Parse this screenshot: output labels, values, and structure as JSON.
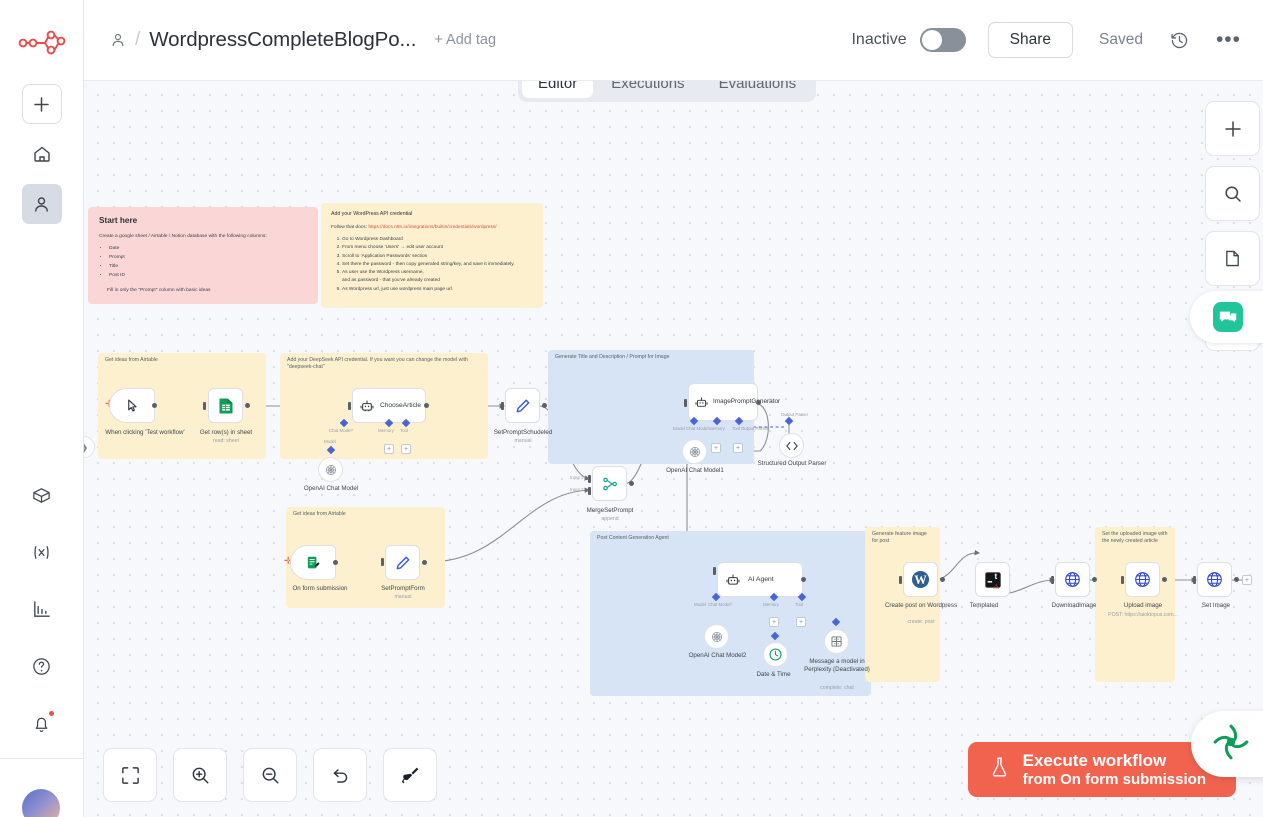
{
  "app": {
    "name": "n8n",
    "logo_icon": "n8n-logo-icon"
  },
  "sidebar": {
    "top_items": [
      {
        "name": "add-workflow-button",
        "icon": "plus-icon",
        "label": "+"
      },
      {
        "name": "sidebar-item-home",
        "icon": "home-icon",
        "label": "Home"
      },
      {
        "name": "sidebar-item-personal",
        "icon": "person-icon",
        "label": "Personal",
        "active": true
      }
    ],
    "bottom_items": [
      {
        "name": "sidebar-item-templates",
        "icon": "box-icon",
        "label": "Templates"
      },
      {
        "name": "sidebar-item-variables",
        "icon": "variable-icon",
        "label": "Variables"
      },
      {
        "name": "sidebar-item-insights",
        "icon": "bar-chart-icon",
        "label": "Insights"
      },
      {
        "name": "sidebar-item-help",
        "icon": "question-circle-icon",
        "label": "Help"
      },
      {
        "name": "sidebar-item-notifications",
        "icon": "bell-icon",
        "label": "Notifications",
        "badge": true
      }
    ]
  },
  "header": {
    "owner_icon": "person-icon",
    "separator": "/",
    "workflow_title": "WordpressCompleteBlogPo...",
    "add_tag_label": "+ Add tag",
    "active_state_label": "Inactive",
    "active_toggle_on": false,
    "share_label": "Share",
    "saved_label": "Saved",
    "history_icon": "clock-history-icon",
    "more_icon": "ellipsis-icon"
  },
  "tabs": [
    {
      "label": "Editor",
      "active": true
    },
    {
      "label": "Executions",
      "active": false
    },
    {
      "label": "Evaluations",
      "active": false
    }
  ],
  "canvas": {
    "collapse_handle_icon": "chevron-right-icon",
    "right_tools": [
      {
        "name": "add-node-button",
        "icon": "plus-icon"
      },
      {
        "name": "search-nodes-button",
        "icon": "search-icon"
      },
      {
        "name": "add-sticky-note-button",
        "icon": "note-icon"
      }
    ],
    "chat_tab_icon": "chat-bubble-icon",
    "bottom_tools": [
      {
        "name": "zoom-to-fit-button",
        "icon": "fit-screen-icon"
      },
      {
        "name": "zoom-in-button",
        "icon": "zoom-in-icon"
      },
      {
        "name": "zoom-out-button",
        "icon": "zoom-out-icon"
      },
      {
        "name": "reset-zoom-button",
        "icon": "undo-icon"
      },
      {
        "name": "tidy-up-button",
        "icon": "broom-icon"
      }
    ],
    "execute": {
      "icon": "flask-icon",
      "line1": "Execute workflow",
      "line2": "from On form submission"
    }
  },
  "sticky_notes": [
    {
      "id": "start-here",
      "color": "#fbd6d7",
      "title": "Start here",
      "body": "Create a google sheet / Airtable / Notion database with the following columns:",
      "bullets": [
        "Date",
        "Prompt",
        "Title",
        "Post ID"
      ],
      "footer": "Fill in only the \"Prompt\" column with basic ideas"
    },
    {
      "id": "wordpress-credential",
      "color": "#fcf0cf",
      "title": "Add your WordPress API credential",
      "docs_prefix": "Follow that docs: ",
      "docs_link": "https://docs.n8n.io/integrations/builtin/credentials/wordpress/",
      "steps": [
        "Go to Wordpress Dashboard",
        "From menu choose 'Users' → edit user account",
        "Scroll to 'Application Passwords' section",
        "Set there the password - then copy generated string/key, and save it immediately.",
        "As user use the Wordpress username,\n    and as password - that you've already created",
        "As Wordpress url, just use wordpress main page url."
      ]
    }
  ],
  "groups": [
    {
      "id": "group-airtable-1",
      "label": "Get ideas from Airtable",
      "color": "#fcf0cf"
    },
    {
      "id": "group-deepseek",
      "label": "Add your DeepSeek API credential. If you want you can change the model with \"deepseek-chat\"",
      "color": "#fcf0cf"
    },
    {
      "id": "group-generate-title",
      "label": "Generate Title and Description / Prompt for Image",
      "color": "#d6e4f5"
    },
    {
      "id": "group-airtable-2",
      "label": "Get ideas from Airtable",
      "color": "#fcf0cf"
    },
    {
      "id": "group-post-agent",
      "label": "Post Content Generation Agent",
      "color": "#d6e4f5"
    },
    {
      "id": "group-feature-image",
      "label": "Generate feature image for post",
      "color": "#fcf0cf"
    },
    {
      "id": "group-upload-image",
      "label": "Set the uploaded image with the newly created article",
      "color": "#fcf0cf"
    }
  ],
  "nodes": [
    {
      "id": "when-clicking-test-workflow",
      "label": "When clicking 'Test workflow'",
      "sub": "",
      "icon": "cursor-icon",
      "kind": "trigger"
    },
    {
      "id": "get-rows-in-sheet",
      "label": "Get row(s) in sheet",
      "sub": "read: sheet",
      "icon": "google-sheets-icon",
      "kind": "square"
    },
    {
      "id": "choose-article",
      "label": "ChooseArticle",
      "sub": "",
      "icon": "robot-icon",
      "kind": "agent"
    },
    {
      "id": "openai-chat-model",
      "label": "OpenAI Chat Model",
      "sub": "",
      "icon": "openai-icon",
      "kind": "round"
    },
    {
      "id": "set-prompt-schudeled",
      "label": "SetPromptSchudeled",
      "sub": "manual",
      "icon": "pencil-icon",
      "kind": "square"
    },
    {
      "id": "image-prompt-generator",
      "label": "ImagePromptGenerator",
      "sub": "",
      "icon": "robot-icon",
      "kind": "agent"
    },
    {
      "id": "openai-chat-model1",
      "label": "OpenAI Chat Model1",
      "sub": "",
      "icon": "openai-icon",
      "kind": "round"
    },
    {
      "id": "structured-output-parser",
      "label": "Structured Output Parser",
      "sub": "",
      "icon": "code-brackets-icon",
      "kind": "round"
    },
    {
      "id": "merge-set-prompt",
      "label": "MergeSetPrompt",
      "sub": "append",
      "icon": "merge-icon",
      "kind": "square"
    },
    {
      "id": "on-form-submission",
      "label": "On form submission",
      "sub": "",
      "icon": "form-icon",
      "kind": "trigger"
    },
    {
      "id": "set-prompt-form",
      "label": "SetPromptForm",
      "sub": "manual",
      "icon": "pencil-icon",
      "kind": "square"
    },
    {
      "id": "ai-agent",
      "label": "AI Agent",
      "sub": "",
      "icon": "robot-icon",
      "kind": "agent"
    },
    {
      "id": "openai-chat-model2",
      "label": "OpenAI Chat Model2",
      "sub": "",
      "icon": "openai-icon",
      "kind": "round"
    },
    {
      "id": "date-and-time",
      "label": "Date & Time",
      "sub": "",
      "icon": "clock-icon",
      "kind": "round"
    },
    {
      "id": "message-model-perplexity",
      "label": "Message a model in Perplexity (Deactivated)",
      "sub": "complete: chat",
      "icon": "perplexity-icon",
      "kind": "round"
    },
    {
      "id": "create-post-on-wordpress",
      "label": "Create post on Wordpress",
      "sub": "create: post",
      "icon": "wordpress-icon",
      "kind": "square"
    },
    {
      "id": "templated",
      "label": "Templated",
      "sub": "",
      "icon": "templated-icon",
      "kind": "square"
    },
    {
      "id": "download-image",
      "label": "DownloadImage",
      "sub": "",
      "icon": "globe-icon",
      "kind": "square"
    },
    {
      "id": "upload-image",
      "label": "Upload image",
      "sub": "POST: https://aioktopus.com...",
      "icon": "globe-icon",
      "kind": "square"
    },
    {
      "id": "set-image",
      "label": "Set Image",
      "sub": "",
      "icon": "globe-icon",
      "kind": "square"
    }
  ],
  "connection_labels": {
    "chat_model": "Chat Model",
    "chat_model_required": "Chat Model*",
    "memory": "Memory",
    "tool": "Tool",
    "model": "Model",
    "output_parser": "Output Parser",
    "input1": "Input 1",
    "input2": "Input 2"
  }
}
